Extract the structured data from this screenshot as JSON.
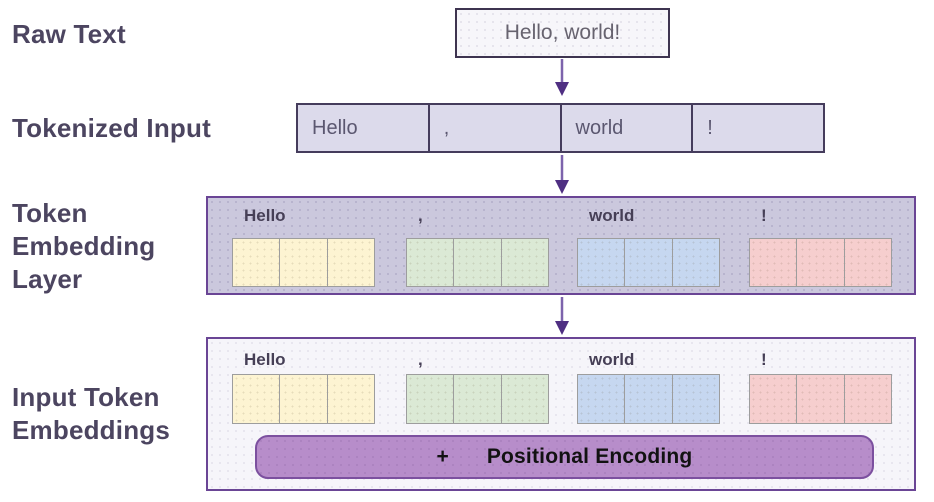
{
  "stages": [
    {
      "label": "Raw Text"
    },
    {
      "label": "Tokenized Input"
    },
    {
      "label": "Token Embedding Layer"
    },
    {
      "label": "Input Token Embeddings"
    }
  ],
  "raw_text": {
    "value": "Hello, world!"
  },
  "tokens": [
    {
      "text": "Hello",
      "embedding_color": "#fdf4d2"
    },
    {
      "text": ",",
      "embedding_color": "#dbe9d5"
    },
    {
      "text": "world",
      "embedding_color": "#c6d7f0"
    },
    {
      "text": "!",
      "embedding_color": "#f6cece"
    }
  ],
  "embedding_dims_per_token": 3,
  "positional_encoding": {
    "plus_sign": "+",
    "label": "Positional Encoding"
  },
  "colors": {
    "accent-purple": "#6a4595",
    "label-text": "#4c4560",
    "arrow-stem": "#7d63ac",
    "arrow-head": "#4f2f82",
    "token-yellow": "#fdf4d2",
    "token-green": "#dbe9d5",
    "token-blue": "#c6d7f0",
    "token-pink": "#f6cece",
    "pos-bar-fill": "#b78dca",
    "pos-bar-border": "#7c509f"
  }
}
